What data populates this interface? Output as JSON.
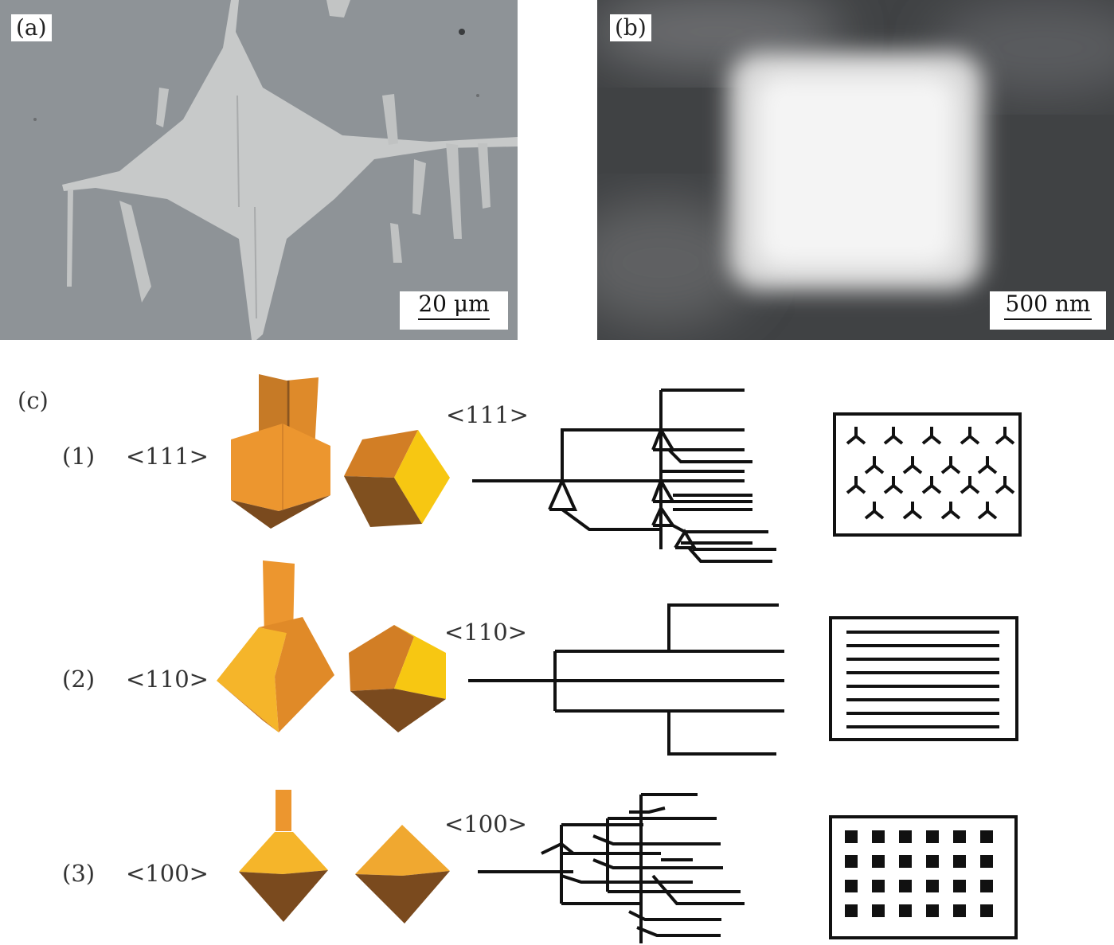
{
  "panel_a": {
    "label": "(a)",
    "scale": "20 μm"
  },
  "panel_b": {
    "label": "(b)",
    "scale": "500 nm"
  },
  "panel_c": {
    "label": "(c)",
    "rows": [
      {
        "index": "(1)",
        "direction": "<111>",
        "branch_label": "<111>"
      },
      {
        "index": "(2)",
        "direction": "<110>",
        "branch_label": "<110>"
      },
      {
        "index": "(3)",
        "direction": "<100>",
        "branch_label": "<100>"
      }
    ]
  },
  "colors": {
    "crystal_light": "#f0a232",
    "crystal_top": "#f6c21a",
    "crystal_dark": "#7a4a1e",
    "crystal_mid": "#d88324"
  }
}
